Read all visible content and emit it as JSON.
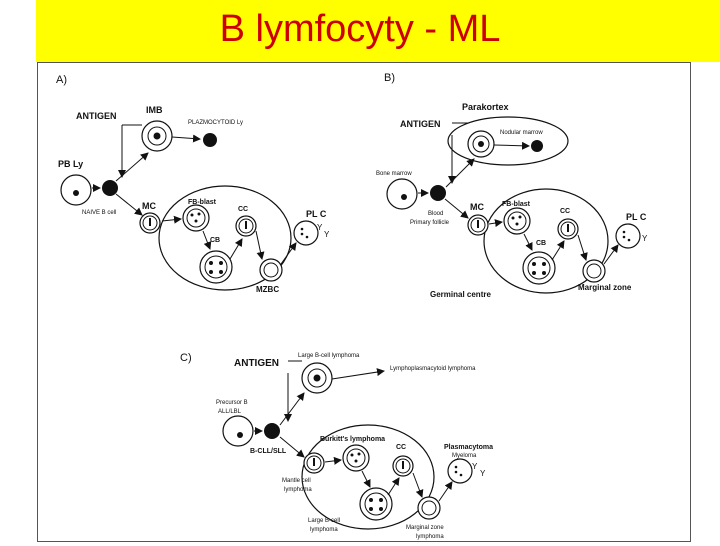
{
  "slide": {
    "title": "B lymfocyty - ML",
    "title_color": "#cc0000",
    "banner_color": "#ffff00"
  },
  "figure": {
    "panel_a": {
      "label": "A)",
      "antigen": "ANTIGEN",
      "imb": "IMB",
      "plazmocytoid": "PLAZMOCYTOID Ly",
      "pb_ly": "PB Ly",
      "mc": "MC",
      "naive": "NAIVE B cell",
      "fb_blast": "FB-blast",
      "cc": "CC",
      "cb": "CB",
      "plc": "PL C",
      "mzbc": "MZBC"
    },
    "panel_b": {
      "label": "B)",
      "parakortex": "Parakortex",
      "antigen": "ANTIGEN",
      "nodular": "Nodular marrow",
      "bone_marrow": "Bone marrow",
      "blood": "Blood",
      "primary": "Primary follicle",
      "mc": "MC",
      "fb_blast": "FB-blast",
      "cc": "CC",
      "cb": "CB",
      "plc": "PL C",
      "germinal": "Germinal centre",
      "marginal": "Marginal zone"
    },
    "panel_c": {
      "label": "C)",
      "antigen": "ANTIGEN",
      "large_lymphoma": "Large B-cell lymphoma",
      "lymphoplasma": "Lymphoplasmacytoid lymphoma",
      "precursor_1": "Precursor B",
      "precursor_2": "ALL/LBL",
      "bcll": "B-CLL/SLL",
      "burkitt": "Burkitt's lymphoma",
      "cc": "CC",
      "plasmacytoma": "Plasmacytoma",
      "myeloma": "Myeloma",
      "mantle_1": "Mantle cell",
      "mantle_2": "lymphoma",
      "large_b_1": "Large B-cell",
      "large_b_2": "lymphoma",
      "marginal_1": "Marginal zone",
      "marginal_2": "lymphoma"
    }
  }
}
